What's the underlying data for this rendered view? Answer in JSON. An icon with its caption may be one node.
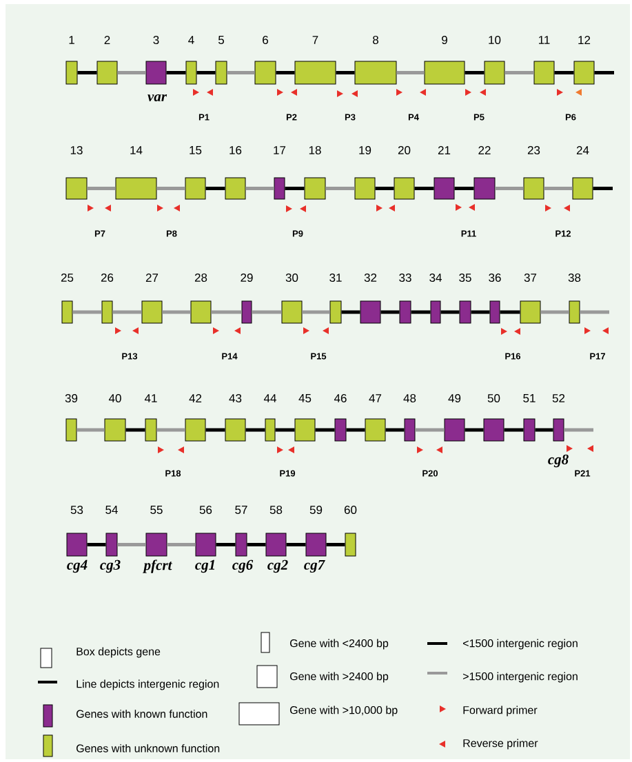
{
  "diagram": {
    "nodes": [
      {
        "text": [
          "1"
        ]
      },
      {
        "text": [
          "2"
        ]
      },
      {
        "text": [
          "3"
        ],
        "beside": [
          "var"
        ]
      },
      {
        "text": [
          "4"
        ]
      },
      {
        "text": [
          "5"
        ]
      },
      {
        "text": [
          "6"
        ]
      },
      {
        "text": [
          "7"
        ]
      },
      {
        "text": [
          "8"
        ]
      },
      {
        "text": [
          "9"
        ]
      },
      {
        "text": [
          "10"
        ]
      },
      {
        "text": [
          "11"
        ]
      },
      {
        "text": [
          "12"
        ]
      },
      {
        "text": [
          "13"
        ]
      },
      {
        "text": [
          "14"
        ]
      },
      {
        "text": [
          "15"
        ]
      },
      {
        "text": [
          "16"
        ]
      },
      {
        "text": [
          "17"
        ]
      },
      {
        "text": [
          "18"
        ]
      },
      {
        "text": [
          "19"
        ]
      },
      {
        "text": [
          "20"
        ]
      },
      {
        "text": [
          "21"
        ]
      },
      {
        "text": [
          "22"
        ]
      },
      {
        "text": [
          "23"
        ]
      },
      {
        "text": [
          "24"
        ]
      },
      {
        "text": [
          "25"
        ]
      },
      {
        "text": [
          "26"
        ]
      },
      {
        "text": [
          "27"
        ]
      },
      {
        "text": [
          "28"
        ]
      },
      {
        "text": [
          "29"
        ]
      },
      {
        "text": [
          "30"
        ]
      },
      {
        "text": [
          "31"
        ]
      },
      {
        "text": [
          "32"
        ]
      },
      {
        "text": [
          "33"
        ]
      },
      {
        "text": [
          "34"
        ]
      },
      {
        "text": [
          "35"
        ]
      },
      {
        "text": [
          "36"
        ]
      },
      {
        "text": [
          "37"
        ]
      },
      {
        "text": [
          "38"
        ]
      },
      {
        "text": [
          "39"
        ]
      },
      {
        "text": [
          "40"
        ]
      },
      {
        "text": [
          "41"
        ]
      },
      {
        "text": [
          "42"
        ]
      },
      {
        "text": [
          "43"
        ]
      },
      {
        "text": [
          "44"
        ]
      },
      {
        "text": [
          "45"
        ]
      },
      {
        "text": [
          "46"
        ]
      },
      {
        "text": [
          "47"
        ]
      },
      {
        "text": [
          "48"
        ]
      },
      {
        "text": [
          "49"
        ]
      },
      {
        "text": [
          "50"
        ]
      },
      {
        "text": [
          "51"
        ]
      },
      {
        "text": [
          "52"
        ],
        "beside": [
          "cg8"
        ]
      },
      {
        "text": [
          "53"
        ],
        "beside": [
          "cg4"
        ]
      },
      {
        "text": [
          "54"
        ],
        "beside": [
          "cg3"
        ]
      },
      {
        "text": [
          "55"
        ],
        "beside": [
          "pfcrt"
        ]
      },
      {
        "text": [
          "56"
        ],
        "beside": [
          "cg1"
        ]
      },
      {
        "text": [
          "57"
        ],
        "beside": [
          "cg6"
        ]
      },
      {
        "text": [
          "58"
        ],
        "beside": [
          "cg2"
        ]
      },
      {
        "text": [
          "59"
        ],
        "beside": [
          "cg7"
        ]
      },
      {
        "text": [
          "60"
        ]
      }
    ],
    "edges": [
      {
        "from": 0,
        "to": 1,
        "arrow": "none"
      },
      {
        "from": 1,
        "to": 2,
        "arrow": "none",
        "color": "#999999"
      },
      {
        "from": 2,
        "to": 3,
        "arrow": "none"
      },
      {
        "from": 3,
        "to": 4,
        "arrow": "none"
      },
      {
        "from": 4,
        "to": 5,
        "arrow": "none",
        "color": "#999999"
      },
      {
        "from": 5,
        "to": 6,
        "arrow": "none"
      },
      {
        "from": 6,
        "to": 7,
        "arrow": "none"
      },
      {
        "from": 7,
        "to": 8,
        "arrow": "none",
        "color": "#999999"
      },
      {
        "from": 8,
        "to": 9,
        "arrow": "none"
      },
      {
        "from": 9,
        "to": 10,
        "arrow": "none",
        "color": "#999999"
      },
      {
        "from": 10,
        "to": 11,
        "arrow": "none"
      },
      {
        "from": 11,
        "to": null,
        "arrow": "none"
      },
      {
        "from": 12,
        "to": 13,
        "arrow": "none",
        "color": "#999999"
      },
      {
        "from": 13,
        "to": 14,
        "arrow": "none",
        "color": "#999999"
      },
      {
        "from": 14,
        "to": 15,
        "arrow": "none"
      },
      {
        "from": 15,
        "to": 16,
        "arrow": "none",
        "color": "#999999"
      },
      {
        "from": 16,
        "to": 17,
        "arrow": "none"
      },
      {
        "from": 17,
        "to": 18,
        "arrow": "none",
        "color": "#999999"
      },
      {
        "from": 18,
        "to": 19,
        "arrow": "none"
      },
      {
        "from": 19,
        "to": 20,
        "arrow": "none"
      },
      {
        "from": 20,
        "to": 21,
        "arrow": "none"
      },
      {
        "from": 21,
        "to": 22,
        "arrow": "none",
        "color": "#999999"
      },
      {
        "from": 22,
        "to": 23,
        "arrow": "none",
        "color": "#999999"
      },
      {
        "from": 23,
        "to": null,
        "arrow": "none"
      },
      {
        "from": 24,
        "to": 25,
        "arrow": "none",
        "color": "#999999"
      },
      {
        "from": 25,
        "to": 26,
        "arrow": "none",
        "color": "#999999"
      },
      {
        "from": 26,
        "to": 27,
        "arrow": "none",
        "color": "#999999"
      },
      {
        "from": 27,
        "to": 28,
        "arrow": "none",
        "color": "#999999"
      },
      {
        "from": 28,
        "to": 29,
        "arrow": "none",
        "color": "#999999"
      },
      {
        "from": 29,
        "to": 30,
        "arrow": "none",
        "color": "#999999"
      },
      {
        "from": 30,
        "to": 31,
        "arrow": "none"
      },
      {
        "from": 31,
        "to": 32,
        "arrow": "none"
      },
      {
        "from": 32,
        "to": 33,
        "arrow": "none"
      },
      {
        "from": 33,
        "to": 34,
        "arrow": "none"
      },
      {
        "from": 34,
        "to": 35,
        "arrow": "none"
      },
      {
        "from": 35,
        "to": 36,
        "arrow": "none"
      },
      {
        "from": 36,
        "to": 37,
        "arrow": "none",
        "color": "#999999"
      },
      {
        "from": 37,
        "to": null,
        "arrow": "none",
        "color": "#999999"
      },
      {
        "from": 38,
        "to": 39,
        "arrow": "none",
        "color": "#999999"
      },
      {
        "from": 39,
        "to": 40,
        "arrow": "none"
      },
      {
        "from": 40,
        "to": 41,
        "arrow": "none",
        "color": "#999999"
      },
      {
        "from": 41,
        "to": 42,
        "arrow": "none"
      },
      {
        "from": 42,
        "to": 43,
        "arrow": "none"
      },
      {
        "from": 43,
        "to": 44,
        "arrow": "none"
      },
      {
        "from": 44,
        "to": 45,
        "arrow": "none"
      },
      {
        "from": 45,
        "to": 46,
        "arrow": "none"
      },
      {
        "from": 46,
        "to": 47,
        "arrow": "none"
      },
      {
        "from": 47,
        "to": 48,
        "arrow": "none",
        "color": "#999999"
      },
      {
        "from": 48,
        "to": 49,
        "arrow": "none"
      },
      {
        "from": 49,
        "to": 50,
        "arrow": "none"
      },
      {
        "from": 50,
        "to": 51,
        "arrow": "none"
      },
      {
        "from": 51,
        "to": null,
        "arrow": "none",
        "color": "#999999"
      },
      {
        "from": 52,
        "to": 53,
        "arrow": "none"
      },
      {
        "from": 53,
        "to": 54,
        "arrow": "none",
        "color": "#999999"
      },
      {
        "from": 54,
        "to": 55,
        "arrow": "none",
        "color": "#999999"
      },
      {
        "from": 55,
        "to": 56,
        "arrow": "none"
      },
      {
        "from": 56,
        "to": 57,
        "arrow": "none"
      },
      {
        "from": 57,
        "to": 58,
        "arrow": "none"
      },
      {
        "from": 58,
        "to": 59,
        "arrow": "none"
      }
    ],
    "labels": [
      "P1",
      "P2",
      "P3",
      "P4",
      "P5",
      "P6",
      "P7",
      "P8",
      "P9",
      "P11",
      "P12",
      "P13",
      "P14",
      "P15",
      "P16",
      "P17",
      "P18",
      "P19",
      "P20",
      "P21"
    ],
    "legend": [
      {
        "text": "Box depicts gene"
      },
      {
        "text": "Line depicts intergenic region"
      },
      {
        "text": "Genes with known function",
        "color": "#8b2c8e"
      },
      {
        "text": "Genes with unknown function",
        "color": "#bccf3a"
      },
      {
        "text": "Gene with <2400 bp"
      },
      {
        "text": "Gene with >2400 bp"
      },
      {
        "text": "Gene with >10,000 bp"
      },
      {
        "text": "<1500 intergenic region"
      },
      {
        "text": ">1500 intergenic region"
      },
      {
        "text": "Forward primer"
      },
      {
        "text": "Reverse primer"
      }
    ]
  }
}
